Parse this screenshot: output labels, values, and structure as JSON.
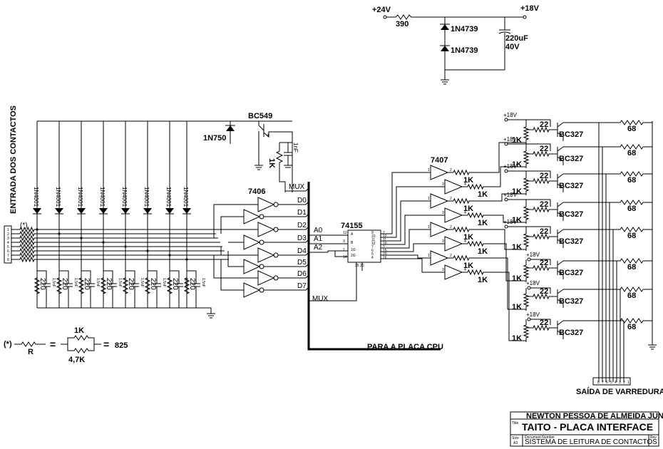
{
  "power": {
    "in_label": "+24V",
    "out_label": "+18V",
    "resistor": "390",
    "zener1": "1N4739",
    "zener2": "1N4739",
    "cap_value": "220uF",
    "cap_voltage": "40V"
  },
  "input_section": {
    "connector_label": "ENTRADA DOS CONTACTOS",
    "asterisk": "(*)",
    "connector_pins": [
      "1",
      "2",
      "3",
      "4",
      "5",
      "6",
      "7",
      "8"
    ],
    "diode_labels": [
      "1N4001",
      "1N4001",
      "1N4001",
      "1N4001",
      "1N4001",
      "1N4001",
      "1N4001",
      "1N4001"
    ],
    "resistor_labels": [
      "220",
      "220",
      "220",
      "220",
      "220",
      "220",
      "220",
      "220"
    ],
    "cap_labels": [
      "1,5nF",
      "1,5nF",
      "1,5nF",
      "1,5nF",
      "1,5nF",
      "1,5nF",
      "1,5nF",
      "1,5nF"
    ]
  },
  "mux_circuit": {
    "transistor": "BC549",
    "zener": "1N750",
    "resistor": "1K",
    "cap": "1nF"
  },
  "buffer": {
    "chip": "7406",
    "outputs": [
      "MUX",
      "D0",
      "D1",
      "D2",
      "D3",
      "D4",
      "D5",
      "D6",
      "D7"
    ],
    "mux_bottom": "MUX",
    "bus_label": "PARA A PLACA CPU"
  },
  "decoder": {
    "chip": "74155",
    "address_labels": [
      "A0",
      "A1",
      "A2"
    ],
    "pin_numbers": [
      "13",
      "3",
      "1",
      "14",
      "2",
      "15",
      "20",
      "16",
      "9",
      "10",
      "11",
      "12",
      "7",
      "6",
      "5",
      "4"
    ],
    "inner_labels": [
      "A",
      "B",
      "1G",
      "2G",
      "1Y0",
      "1Y1",
      "1Y2",
      "1Y3",
      "2Y0",
      "2Y1",
      "2Y2",
      "2Y3"
    ]
  },
  "driver": {
    "chip": "7407",
    "resistor": "1K",
    "pin_in": "1",
    "pin_out": "2",
    "pin_in_b": "3",
    "pin_out_b": "4"
  },
  "output_stages": [
    {
      "supply": "+18V",
      "r_base": "22",
      "r_bias": "1K",
      "transistor": "BC327",
      "r_out": "68"
    },
    {
      "supply": "+18V",
      "r_base": "22",
      "r_bias": "1K",
      "transistor": "BC327",
      "r_out": "68"
    },
    {
      "supply": "+18V",
      "r_base": "22",
      "r_bias": "1K",
      "transistor": "BC327",
      "r_out": "68"
    },
    {
      "supply": "+18V",
      "r_base": "22",
      "r_bias": "1K",
      "transistor": "BC327",
      "r_out": "68"
    },
    {
      "supply": "+18V",
      "r_base": "22",
      "r_bias": "1K",
      "transistor": "BC327",
      "r_out": "68"
    },
    {
      "supply": "+18V",
      "r_base": "22",
      "r_bias": "1K",
      "transistor": "BC327",
      "r_out": "68"
    },
    {
      "supply": "+18V",
      "r_base": "22",
      "r_bias": "1K",
      "transistor": "BC327",
      "r_out": "68"
    },
    {
      "supply": "+18V",
      "r_base": "22",
      "r_bias": "1K",
      "transistor": "BC327",
      "r_out": "68"
    }
  ],
  "scan_output": {
    "label": "SAÍDA DE VARREDURA",
    "pins": [
      "8",
      "7",
      "6",
      "5",
      "4",
      "3",
      "2",
      "1"
    ]
  },
  "note": {
    "asterisk": "(*)",
    "r_label": "R",
    "eq": "=",
    "r1": "1K",
    "r2": "4,7K",
    "eq2": "=",
    "result": "825"
  },
  "title_block": {
    "author": "NEWTON PESSOA DE ALMEIDA JUNIOR",
    "title_caption": "Title",
    "title": "TAITO - PLACA INTERFACE",
    "size_caption": "Size",
    "size": "A3",
    "docnum_caption": "Document Number",
    "docnum": "SISTEMA DE LEITURA DE CONTACTOS",
    "rev_caption": "Rev"
  }
}
